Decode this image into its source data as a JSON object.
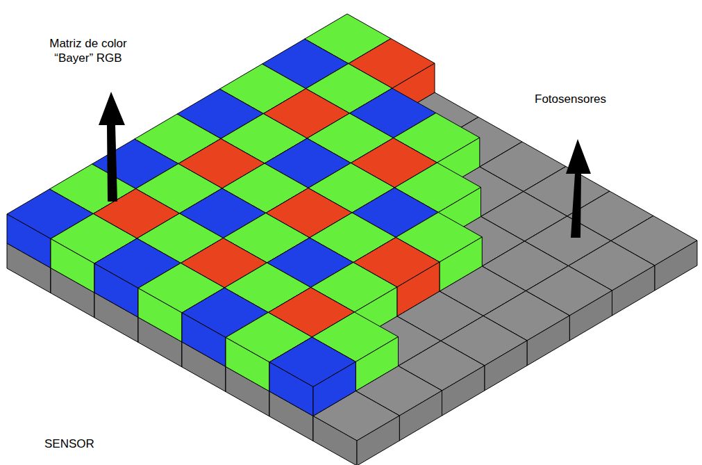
{
  "diagram": {
    "labels": [
      "Matriz de color “Bayer” RGB",
      "Fotosensores",
      "SENSOR"
    ]
  }
}
